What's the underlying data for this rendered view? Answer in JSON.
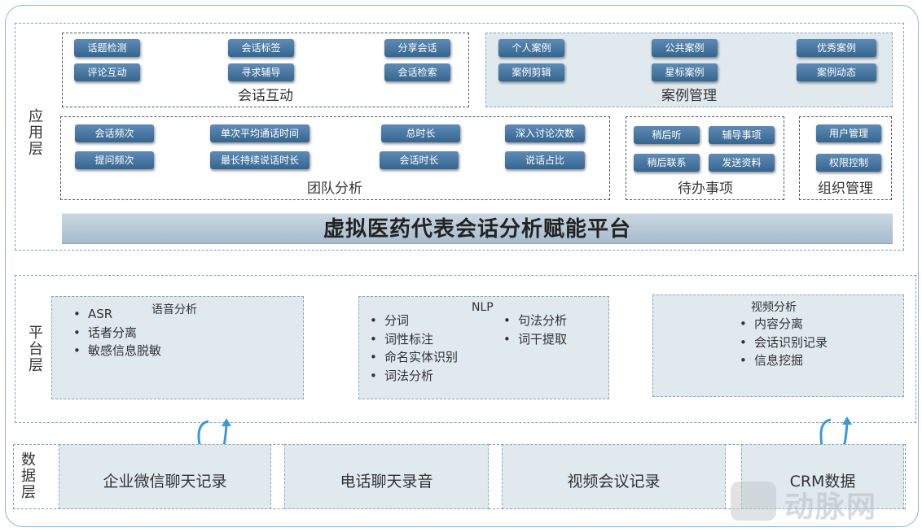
{
  "layers": {
    "app": "应用层",
    "platform": "平台层",
    "data": "数据层"
  },
  "app": {
    "conversation_interaction": {
      "title": "会话互动",
      "buttons": [
        "话题检测",
        "会话标签",
        "分享会话",
        "评论互动",
        "寻求辅导",
        "会话检索"
      ]
    },
    "case_management": {
      "title": "案例管理",
      "buttons": [
        "个人案例",
        "公共案例",
        "优秀案例",
        "案例剪辑",
        "星标案例",
        "案例动态"
      ]
    },
    "team_analysis": {
      "title": "团队分析",
      "buttons": [
        "会话频次",
        "单次平均通话时间",
        "总时长",
        "深入讨论次数",
        "提问频次",
        "最长持续说话时长",
        "会话时长",
        "说话占比"
      ]
    },
    "todo": {
      "title": "待办事项",
      "buttons": [
        "稍后听",
        "辅导事项",
        "稍后联系",
        "发送资料"
      ]
    },
    "org_management": {
      "title": "组织管理",
      "buttons": [
        "用户管理",
        "权限控制"
      ]
    },
    "banner": "虚拟医药代表会话分析赋能平台"
  },
  "platform": {
    "speech": {
      "title": "语音分析",
      "items": [
        "ASR",
        "话者分离",
        "敏感信息脱敏"
      ]
    },
    "nlp": {
      "title": "NLP",
      "items_left": [
        "分词",
        "词性标注",
        "命名实体识别",
        "词法分析"
      ],
      "items_right": [
        "句法分析",
        "词干提取"
      ]
    },
    "video": {
      "title": "视频分析",
      "items": [
        "内容分离",
        "会话识别记录",
        "信息挖掘"
      ]
    }
  },
  "data_layer": {
    "sources": [
      "企业微信聊天记录",
      "电话聊天录音",
      "视频会议记录",
      "CRM数据"
    ]
  },
  "colors": {
    "button": "#35668f",
    "panel": "#dfe9ee",
    "frame": "#8ab2d8",
    "arrow": "#3a9ad9"
  },
  "watermark": {
    "text": "动脉网"
  }
}
